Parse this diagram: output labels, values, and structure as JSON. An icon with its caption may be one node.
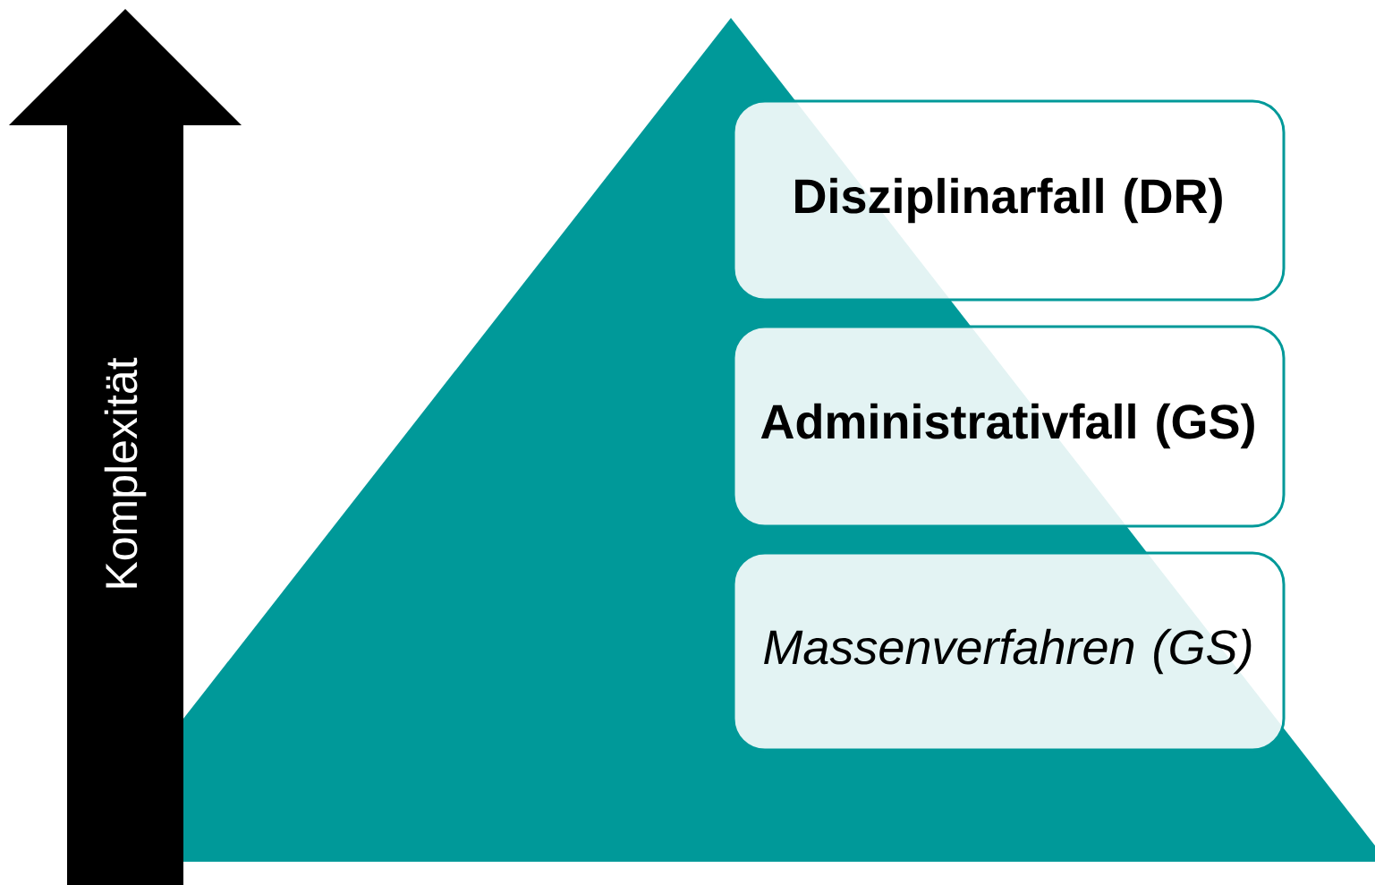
{
  "diagram": {
    "nodes": [
      {
        "text": [
          "Komplexität"
        ]
      },
      {
        "text": [
          "Disziplinarfall (DR)"
        ]
      },
      {
        "text": [
          "Administrativfall (GS)"
        ]
      },
      {
        "text": [
          "Massenverfahren (GS)"
        ]
      }
    ]
  }
}
